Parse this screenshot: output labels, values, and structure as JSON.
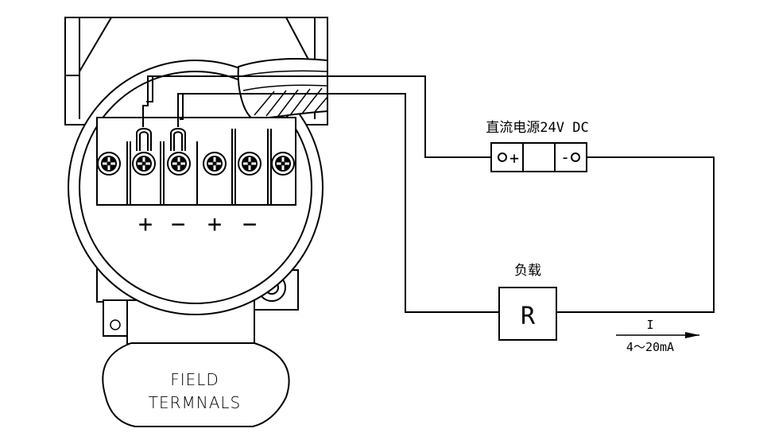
{
  "housing": {
    "label_line1": "FIELD",
    "label_line2": "TERMNALS"
  },
  "terminals": {
    "polarity": [
      "+",
      "−",
      "+",
      "−"
    ],
    "screw_count": 6
  },
  "power_supply": {
    "label": "直流电源24V DC",
    "pos_symbol": "+",
    "neg_symbol": "-"
  },
  "load": {
    "label": "负载",
    "symbol": "R"
  },
  "current": {
    "label": "I",
    "range": "4～20mA"
  }
}
